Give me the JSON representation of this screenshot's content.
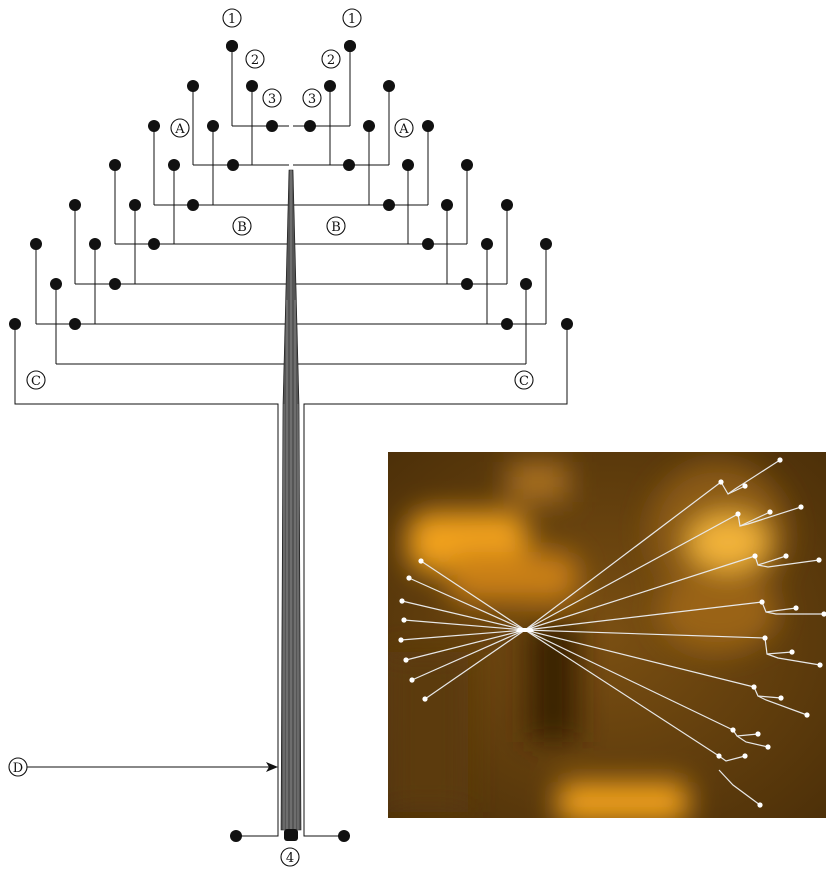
{
  "labels": {
    "top_left_1": "1",
    "top_right_1": "1",
    "left_2": "2",
    "right_2": "2",
    "left_3": "3",
    "right_3": "3",
    "left_A": "A",
    "right_A": "A",
    "left_B": "B",
    "right_B": "B",
    "left_C": "C",
    "right_C": "C",
    "bottom_4": "4",
    "pointer_D": "D"
  },
  "colors": {
    "ink": "#111111",
    "photo_orange": "#f0a020",
    "photo_dark": "#2a1a05",
    "fiber_line": "#e8e8e8"
  },
  "photo": {
    "subject": "fiber bundle fan-out photo"
  }
}
